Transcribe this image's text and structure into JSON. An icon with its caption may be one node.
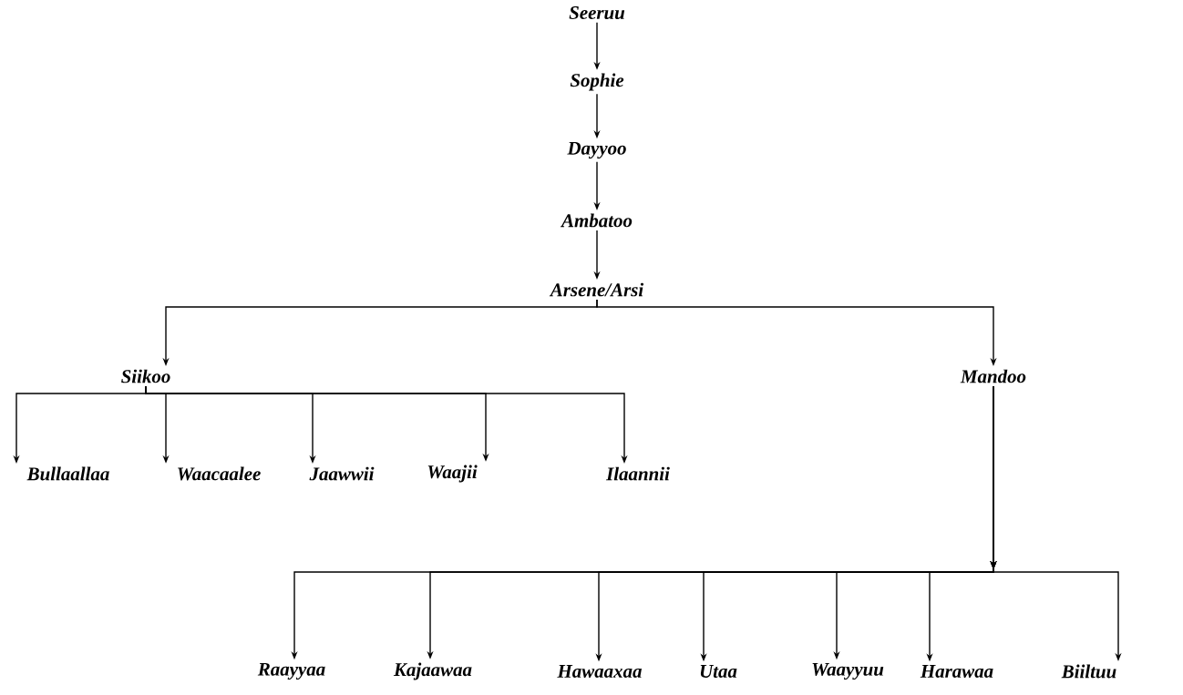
{
  "diagram": {
    "nodes": [
      {
        "text": [
          "Seeruu"
        ]
      },
      {
        "text": [
          "Sophie"
        ]
      },
      {
        "text": [
          "Dayyoo"
        ]
      },
      {
        "text": [
          "Ambatoo"
        ]
      },
      {
        "text": [
          "Arsene/Arsi"
        ]
      },
      {
        "text": [
          "Siikoo"
        ]
      },
      {
        "text": [
          "Mandoo"
        ]
      },
      {
        "text": [
          "Bullaallaa"
        ]
      },
      {
        "text": [
          "Waacaalee"
        ]
      },
      {
        "text": [
          "Jaawwii"
        ]
      },
      {
        "text": [
          "Waajii"
        ]
      },
      {
        "text": [
          "Ilaannii"
        ]
      },
      {
        "text": [
          "Raayyaa"
        ]
      },
      {
        "text": [
          "Kajaawaa"
        ]
      },
      {
        "text": [
          "Hawaaxaa"
        ]
      },
      {
        "text": [
          "Utaa"
        ]
      },
      {
        "text": [
          "Waayyuu"
        ]
      },
      {
        "text": [
          "Harawaa"
        ]
      },
      {
        "text": [
          "Biiltuu"
        ]
      }
    ],
    "edges": [
      {
        "from": 0,
        "to": 1,
        "arrow": "to"
      },
      {
        "from": 1,
        "to": 2,
        "arrow": "to"
      },
      {
        "from": 2,
        "to": 3,
        "arrow": "to"
      },
      {
        "from": 3,
        "to": 4,
        "arrow": "to"
      },
      {
        "from": 4,
        "to": 5,
        "arrow": "to"
      },
      {
        "from": 4,
        "to": 6,
        "arrow": "to"
      },
      {
        "from": 5,
        "to": 7,
        "arrow": "to"
      },
      {
        "from": 5,
        "to": 8,
        "arrow": "to"
      },
      {
        "from": 5,
        "to": 9,
        "arrow": "to"
      },
      {
        "from": 5,
        "to": 10,
        "arrow": "to"
      },
      {
        "from": 5,
        "to": 11,
        "arrow": "to"
      },
      {
        "from": 6,
        "to": 12,
        "arrow": "to"
      },
      {
        "from": 6,
        "to": 13,
        "arrow": "to"
      },
      {
        "from": 6,
        "to": 14,
        "arrow": "to"
      },
      {
        "from": 6,
        "to": 15,
        "arrow": "to"
      },
      {
        "from": 6,
        "to": 16,
        "arrow": "to"
      },
      {
        "from": 6,
        "to": 17,
        "arrow": "to"
      },
      {
        "from": 6,
        "to": 18,
        "arrow": "to"
      }
    ]
  }
}
